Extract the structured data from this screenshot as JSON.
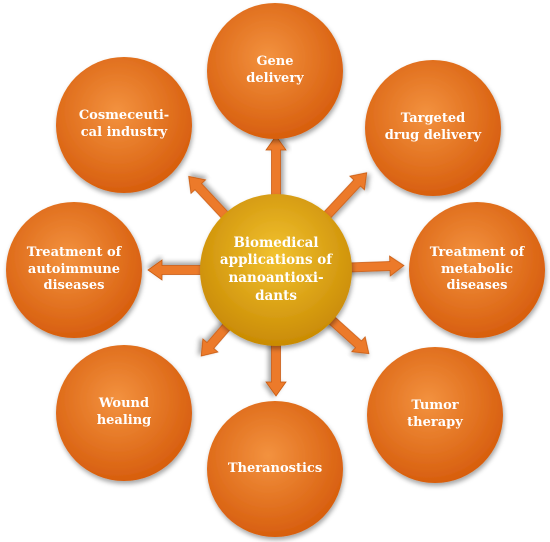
{
  "center": {
    "label": "Biomedical\napplications of\nnanoantioxi-\ndants"
  },
  "nodes": [
    {
      "id": "gene-delivery",
      "label": "Gene\ndelivery"
    },
    {
      "id": "targeted-drug-delivery",
      "label": "Targeted\ndrug delivery"
    },
    {
      "id": "treatment-metabolic-diseases",
      "label": "Treatment of\nmetabolic\ndiseases"
    },
    {
      "id": "tumor-therapy",
      "label": "Tumor\ntherapy"
    },
    {
      "id": "theranostics",
      "label": "Theranostics"
    },
    {
      "id": "wound-healing",
      "label": "Wound\nhealing"
    },
    {
      "id": "treatment-autoimmune-diseases",
      "label": "Treatment of\nautoimmune\ndiseases"
    },
    {
      "id": "cosmeceutical-industry",
      "label": "Cosmeceuti-\ncal industry"
    }
  ],
  "colors": {
    "node_light": "#f08a3a",
    "node_dark": "#d85e0c",
    "center_light": "#f0bd2a",
    "center_dark": "#c98a00",
    "arrow": "#ec7a2a",
    "arrow_edge": "#c85a10"
  }
}
